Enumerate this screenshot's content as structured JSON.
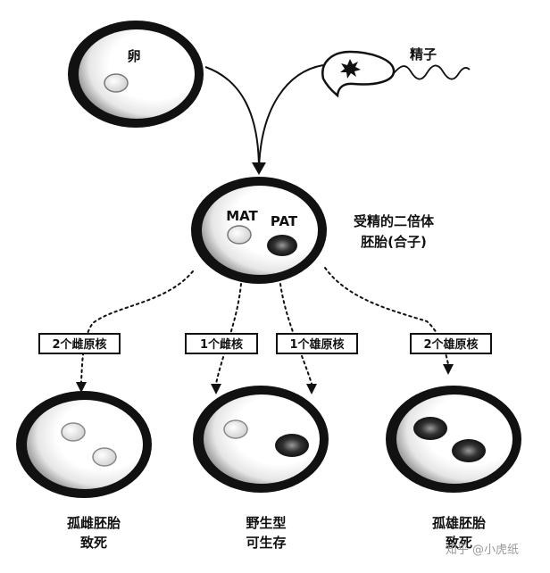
{
  "labels": {
    "egg": "卵",
    "sperm": "精子",
    "mat": "MAT",
    "pat": "PAT",
    "zygote_line1": "受精的二倍体",
    "zygote_line2": "胚胎(合子)"
  },
  "boxes": {
    "two_female": "2个雌原核",
    "one_female": "1个雌核",
    "one_male": "1个雄原核",
    "two_male": "2个雄原核"
  },
  "outcomes": {
    "gynogenetic_line1": "孤雌胚胎",
    "gynogenetic_line2": "致死",
    "wildtype_line1": "野生型",
    "wildtype_line2": "可生存",
    "androgenetic_line1": "孤雄胚胎",
    "androgenetic_line2": "致死"
  },
  "watermark": "知乎 @小虎纸",
  "colors": {
    "ink": "#111111",
    "female_pronucleus": "#f2f2f2",
    "male_pronucleus": "#1a1a1a"
  }
}
